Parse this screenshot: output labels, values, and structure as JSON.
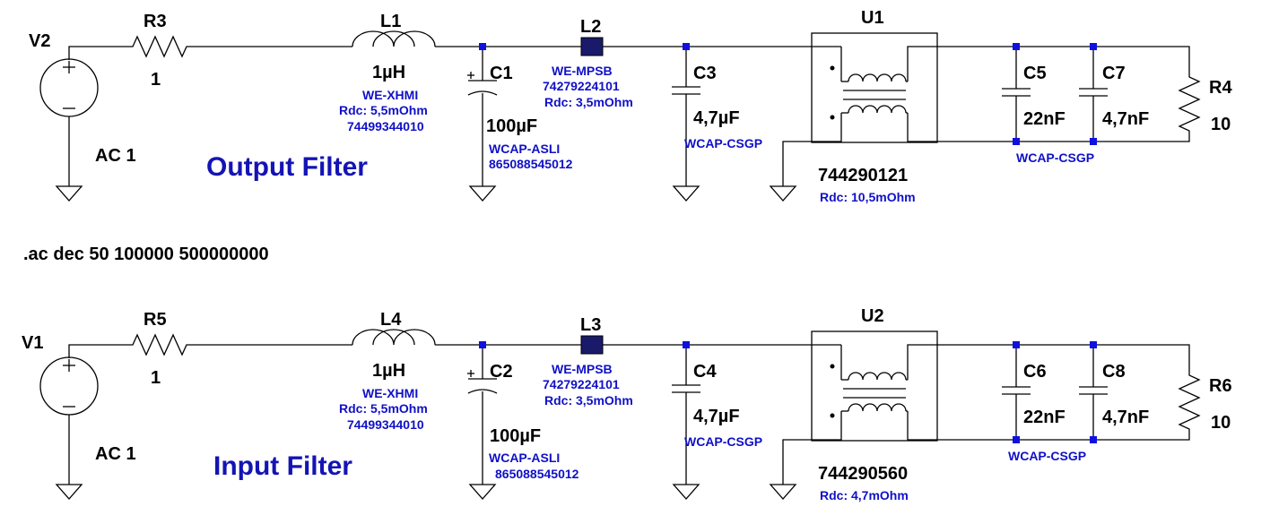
{
  "directive": ".ac dec 50 100000 500000000",
  "colors": {
    "wire": "#000000",
    "label": "#000000",
    "attribute": "#1010c8",
    "title": "#1414b4",
    "junction": "#1010e0",
    "background": "#ffffff"
  },
  "circuits": [
    {
      "title": "Output Filter",
      "source": {
        "name": "V2",
        "value": "AC 1"
      },
      "r_in": {
        "name": "R3",
        "value": "1"
      },
      "inductor": {
        "name": "L1",
        "value": "1µH",
        "series": "WE-XHMI",
        "rdc": "Rdc: 5,5mOhm",
        "part": "74499344010"
      },
      "bead": {
        "name": "L2",
        "series": "WE-MPSB",
        "part": "74279224101",
        "rdc": "Rdc: 3,5mOhm"
      },
      "cap_elec": {
        "name": "C1",
        "value": "100µF",
        "series": "WCAP-ASLI",
        "part": "865088545012"
      },
      "cap_a": {
        "name": "C3",
        "value": "4,7µF",
        "series": "WCAP-CSGP"
      },
      "choke": {
        "name": "U1",
        "part": "744290121",
        "rdc": "Rdc: 10,5mOhm"
      },
      "cap_b": {
        "name": "C5",
        "value": "22nF"
      },
      "cap_c": {
        "name": "C7",
        "value": "4,7nF"
      },
      "cap_bc_series": "WCAP-CSGP",
      "load": {
        "name": "R4",
        "value": "10"
      }
    },
    {
      "title": "Input Filter",
      "source": {
        "name": "V1",
        "value": "AC 1"
      },
      "r_in": {
        "name": "R5",
        "value": "1"
      },
      "inductor": {
        "name": "L4",
        "value": "1µH",
        "series": "WE-XHMI",
        "rdc": "Rdc: 5,5mOhm",
        "part": "74499344010"
      },
      "bead": {
        "name": "L3",
        "series": "WE-MPSB",
        "part": "74279224101",
        "rdc": "Rdc: 3,5mOhm"
      },
      "cap_elec": {
        "name": "C2",
        "value": "100µF",
        "series": "WCAP-ASLI",
        "part": "865088545012"
      },
      "cap_a": {
        "name": "C4",
        "value": "4,7µF",
        "series": "WCAP-CSGP"
      },
      "choke": {
        "name": "U2",
        "part": "744290560",
        "rdc": "Rdc: 4,7mOhm"
      },
      "cap_b": {
        "name": "C6",
        "value": "22nF"
      },
      "cap_c": {
        "name": "C8",
        "value": "4,7nF"
      },
      "cap_bc_series": "WCAP-CSGP",
      "load": {
        "name": "R6",
        "value": "10"
      }
    }
  ]
}
